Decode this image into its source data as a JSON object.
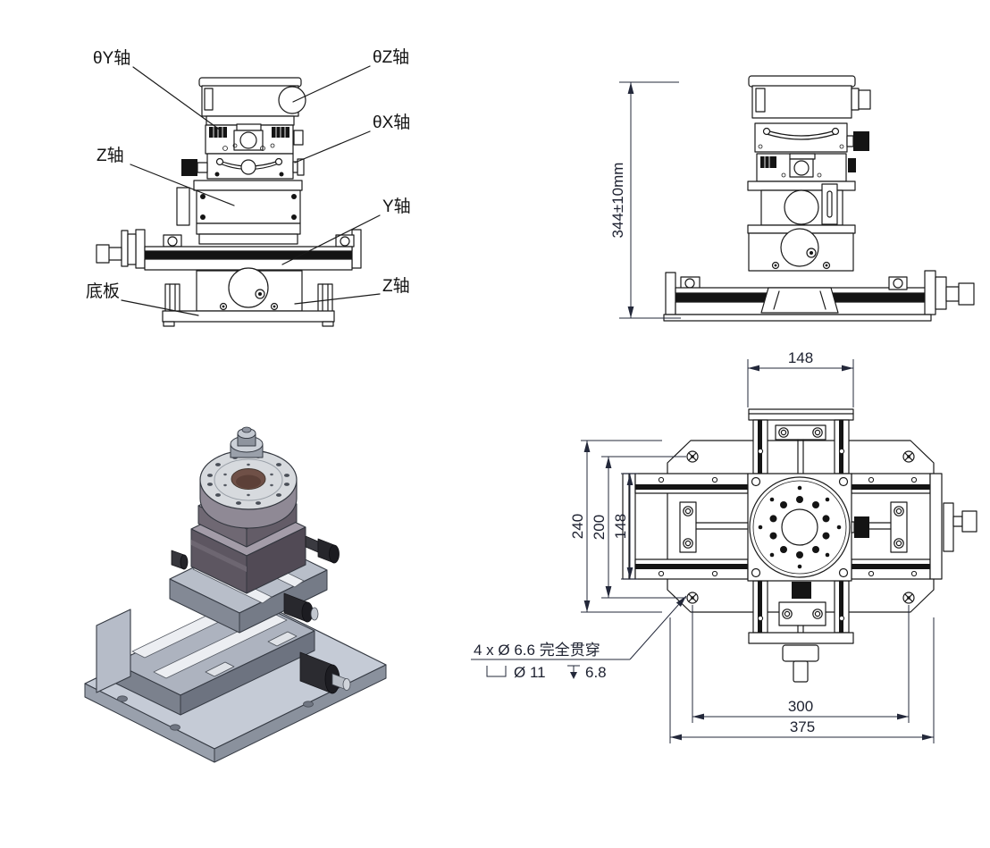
{
  "sheet": {
    "title": "multi-axis-stage-technical-drawing",
    "background": "#ffffff"
  },
  "views": {
    "front": {
      "name": "front-elevation-view",
      "labels": [
        {
          "text": "θY轴"
        },
        {
          "text": "θZ轴"
        },
        {
          "text": "θX轴"
        },
        {
          "text": "Z轴"
        },
        {
          "text": "Y轴"
        },
        {
          "text": "底板"
        },
        {
          "text": "Z轴"
        }
      ]
    },
    "side": {
      "name": "side-elevation-view",
      "overall_height": "344±10mm"
    },
    "top": {
      "name": "top-plan-view",
      "dims": {
        "stage_width": "148",
        "plate_depth": "240",
        "bolt_pitch_v": "200",
        "rail_width": "148",
        "bolt_pitch_h": "300",
        "plate_width": "375"
      },
      "note": {
        "line1": "4 x Ø 6.6 完全贯穿",
        "counterbore_icon": "counterbore-symbol",
        "line2_dia": "Ø 11",
        "depth_icon": "depth-symbol",
        "line2_depth": "6.8"
      }
    },
    "iso": {
      "name": "isometric-3d-render"
    }
  },
  "colors": {
    "line": "#1a1a1a",
    "dim_text": "#1d2130",
    "background": "#ffffff",
    "iso_top_light": "#d7dade",
    "iso_plate": "#c5cbd6",
    "iso_mid_gray": "#aeb4bf",
    "iso_purple_dark": "#5d5661",
    "iso_knob_black": "#1d1d22",
    "iso_hole_brown": "#6f5047"
  }
}
